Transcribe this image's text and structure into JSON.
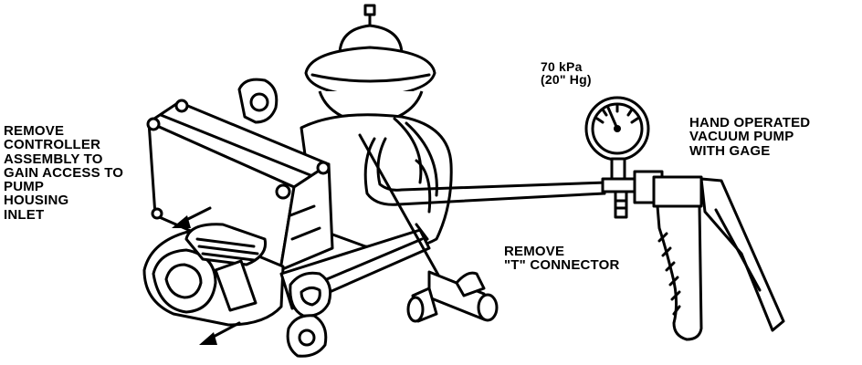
{
  "labels": {
    "controller": [
      "REMOVE",
      "CONTROLLER",
      "ASSEMBLY TO",
      "GAIN ACCESS TO",
      "PUMP",
      "HOUSING",
      "INLET"
    ],
    "t_connector": [
      "REMOVE",
      "\"T\" CONNECTOR"
    ],
    "vacuum_pump": [
      "HAND OPERATED",
      "VACUUM PUMP",
      "WITH GAGE"
    ],
    "gauge_reading": [
      "70 kPa",
      "(20\" Hg)"
    ]
  },
  "icons": [
    "vacuum-gauge-icon",
    "hand-vacuum-pump-icon",
    "t-connector-icon",
    "direction-arrow-icon"
  ]
}
